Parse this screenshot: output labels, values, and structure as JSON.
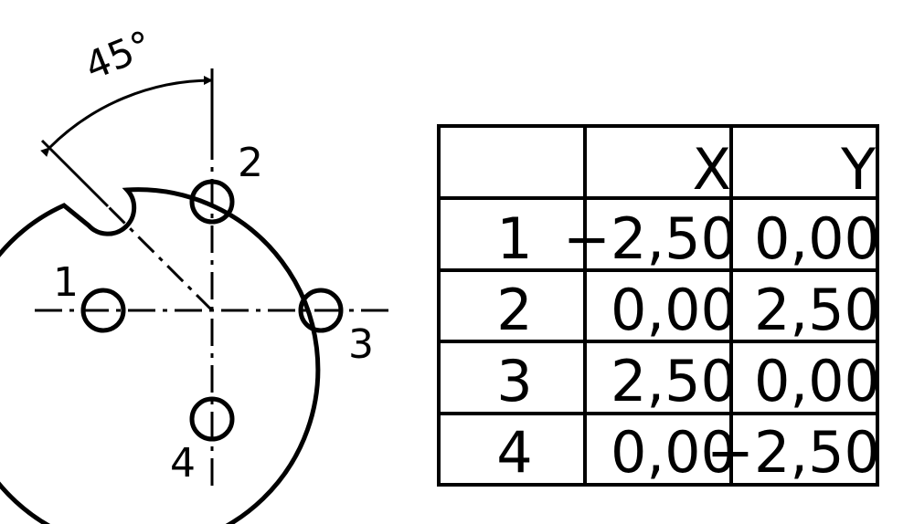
{
  "diagram": {
    "angle_label": "45°",
    "pins": [
      {
        "number": "1"
      },
      {
        "number": "2"
      },
      {
        "number": "3"
      },
      {
        "number": "4"
      }
    ]
  },
  "table": {
    "headers": [
      "",
      "X",
      "Y"
    ],
    "rows": [
      [
        "1",
        "−2,50",
        "0,00"
      ],
      [
        "2",
        "0,00",
        "2,50"
      ],
      [
        "3",
        "2,50",
        "0,00"
      ],
      [
        "4",
        "0,00",
        "−2,50"
      ]
    ]
  }
}
